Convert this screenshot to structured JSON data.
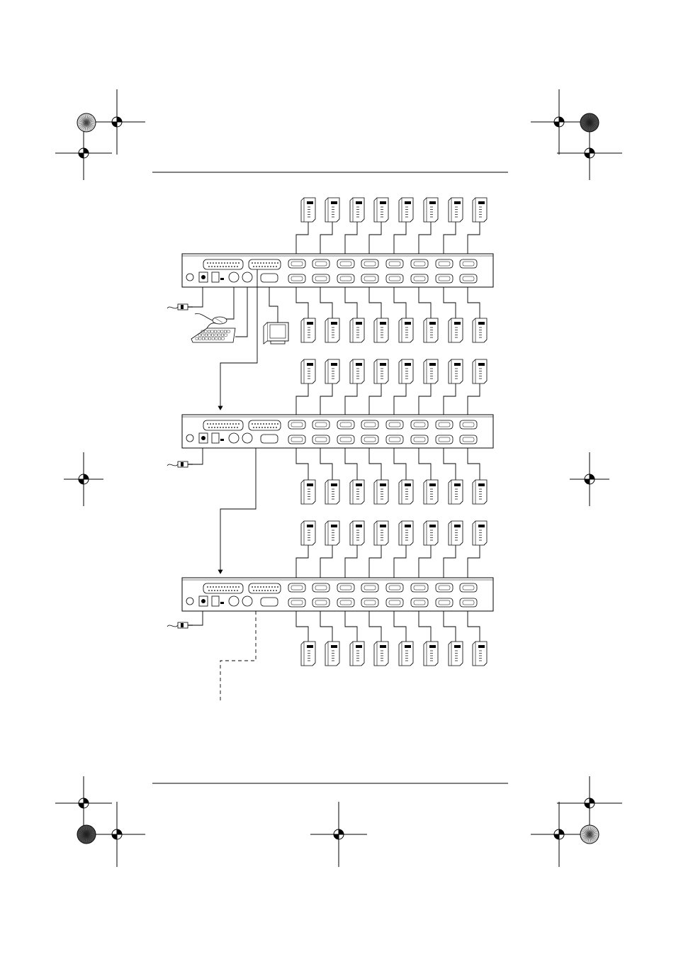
{
  "diagram": {
    "kvm_units": [
      {
        "id": "first-level-switch",
        "ports": 16
      },
      {
        "id": "second-level-switch",
        "ports": 16
      },
      {
        "id": "third-level-switch",
        "ports": 16
      }
    ],
    "computers_per_unit": 16,
    "console_devices": [
      "power-adapter",
      "mouse",
      "keyboard",
      "monitor"
    ],
    "daisy_chain_continues": true
  },
  "colors": {
    "line": "#000000",
    "paper": "#ffffff",
    "registration_dark": "#555555"
  }
}
